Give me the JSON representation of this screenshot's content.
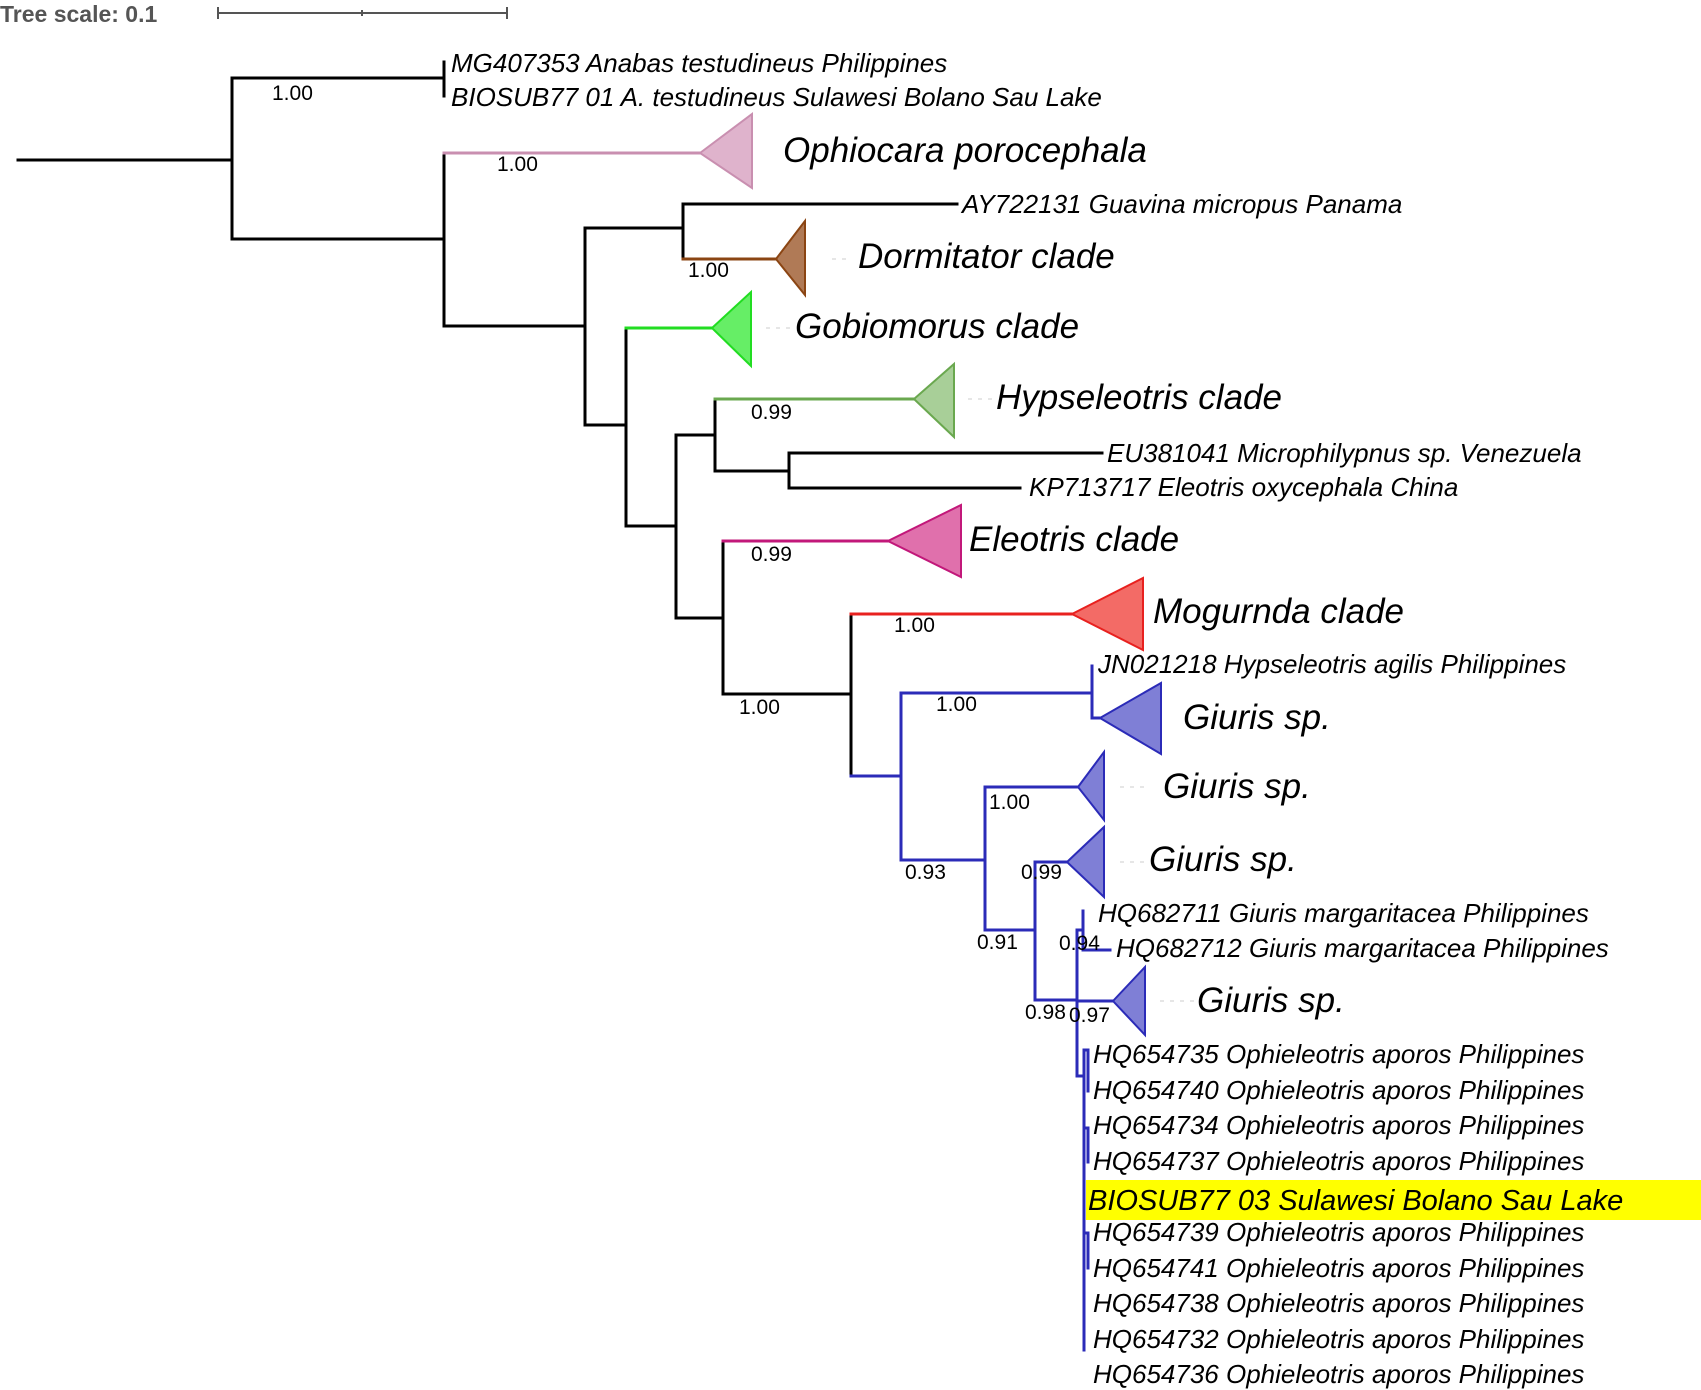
{
  "tree_scale": {
    "label": "Tree scale: 0.1"
  },
  "colors": {
    "outgroup": "#000000",
    "ophiocara": "#c98fb0",
    "dormitator": "#8b4513",
    "gobiomorus": "#22dd22",
    "hypseleotris": "#6aa84f",
    "eleotris": "#c2187a",
    "mogurnda": "#e8211f",
    "giuris": "#2b2bb8",
    "highlight": "#ffff00"
  },
  "leaves": {
    "mg407353": "MG407353 Anabas testudineus Philippines",
    "biosub77_01": "BIOSUB77 01 A. testudineus Sulawesi Bolano Sau Lake",
    "ay722131": "AY722131 Guavina micropus Panama",
    "eu381041": "EU381041 Microphilypnus sp. Venezuela",
    "kp713717": "KP713717 Eleotris oxycephala China",
    "jn021218": "JN021218 Hypseleotris agilis Philippines",
    "hq682711": "HQ682711 Giuris margaritacea Philippines",
    "hq682712": "HQ682712 Giuris margaritacea Philippines",
    "hq654735": "HQ654735 Ophieleotris aporos Philippines",
    "hq654740": "HQ654740 Ophieleotris aporos Philippines",
    "hq654734": "HQ654734 Ophieleotris aporos Philippines",
    "hq654737": "HQ654737 Ophieleotris aporos Philippines",
    "biosub77_03": "BIOSUB77 03 Sulawesi Bolano Sau Lake",
    "hq654739": "HQ654739 Ophieleotris aporos Philippines",
    "hq654741": "HQ654741 Ophieleotris aporos Philippines",
    "hq654738": "HQ654738 Ophieleotris aporos Philippines",
    "hq654732": "HQ654732 Ophieleotris aporos Philippines",
    "hq654736": "HQ654736 Ophieleotris aporos Philippines"
  },
  "clades": {
    "ophiocara": "Ophiocara porocephala",
    "dormitator": "Dormitator clade",
    "gobiomorus": "Gobiomorus clade",
    "hypseleotris": "Hypseleotris clade",
    "eleotris": "Eleotris clade",
    "mogurnda": "Mogurnda clade",
    "giuris_1": "Giuris sp.",
    "giuris_2": "Giuris sp.",
    "giuris_3": "Giuris sp.",
    "giuris_4": "Giuris sp."
  },
  "support": {
    "anabas": "1.00",
    "ophiocara": "1.00",
    "dormitator": "1.00",
    "hypseleotris": "0.99",
    "eleotris": "0.99",
    "mogurnda": "1.00",
    "mogurnda_giuris": "1.00",
    "giuris_1": "1.00",
    "giuris_2": "1.00",
    "giuris_3": "0.99",
    "giuris_group": "0.93",
    "node_091": "0.91",
    "node_094": "0.94",
    "node_098": "0.98",
    "node_097": "0.97"
  }
}
